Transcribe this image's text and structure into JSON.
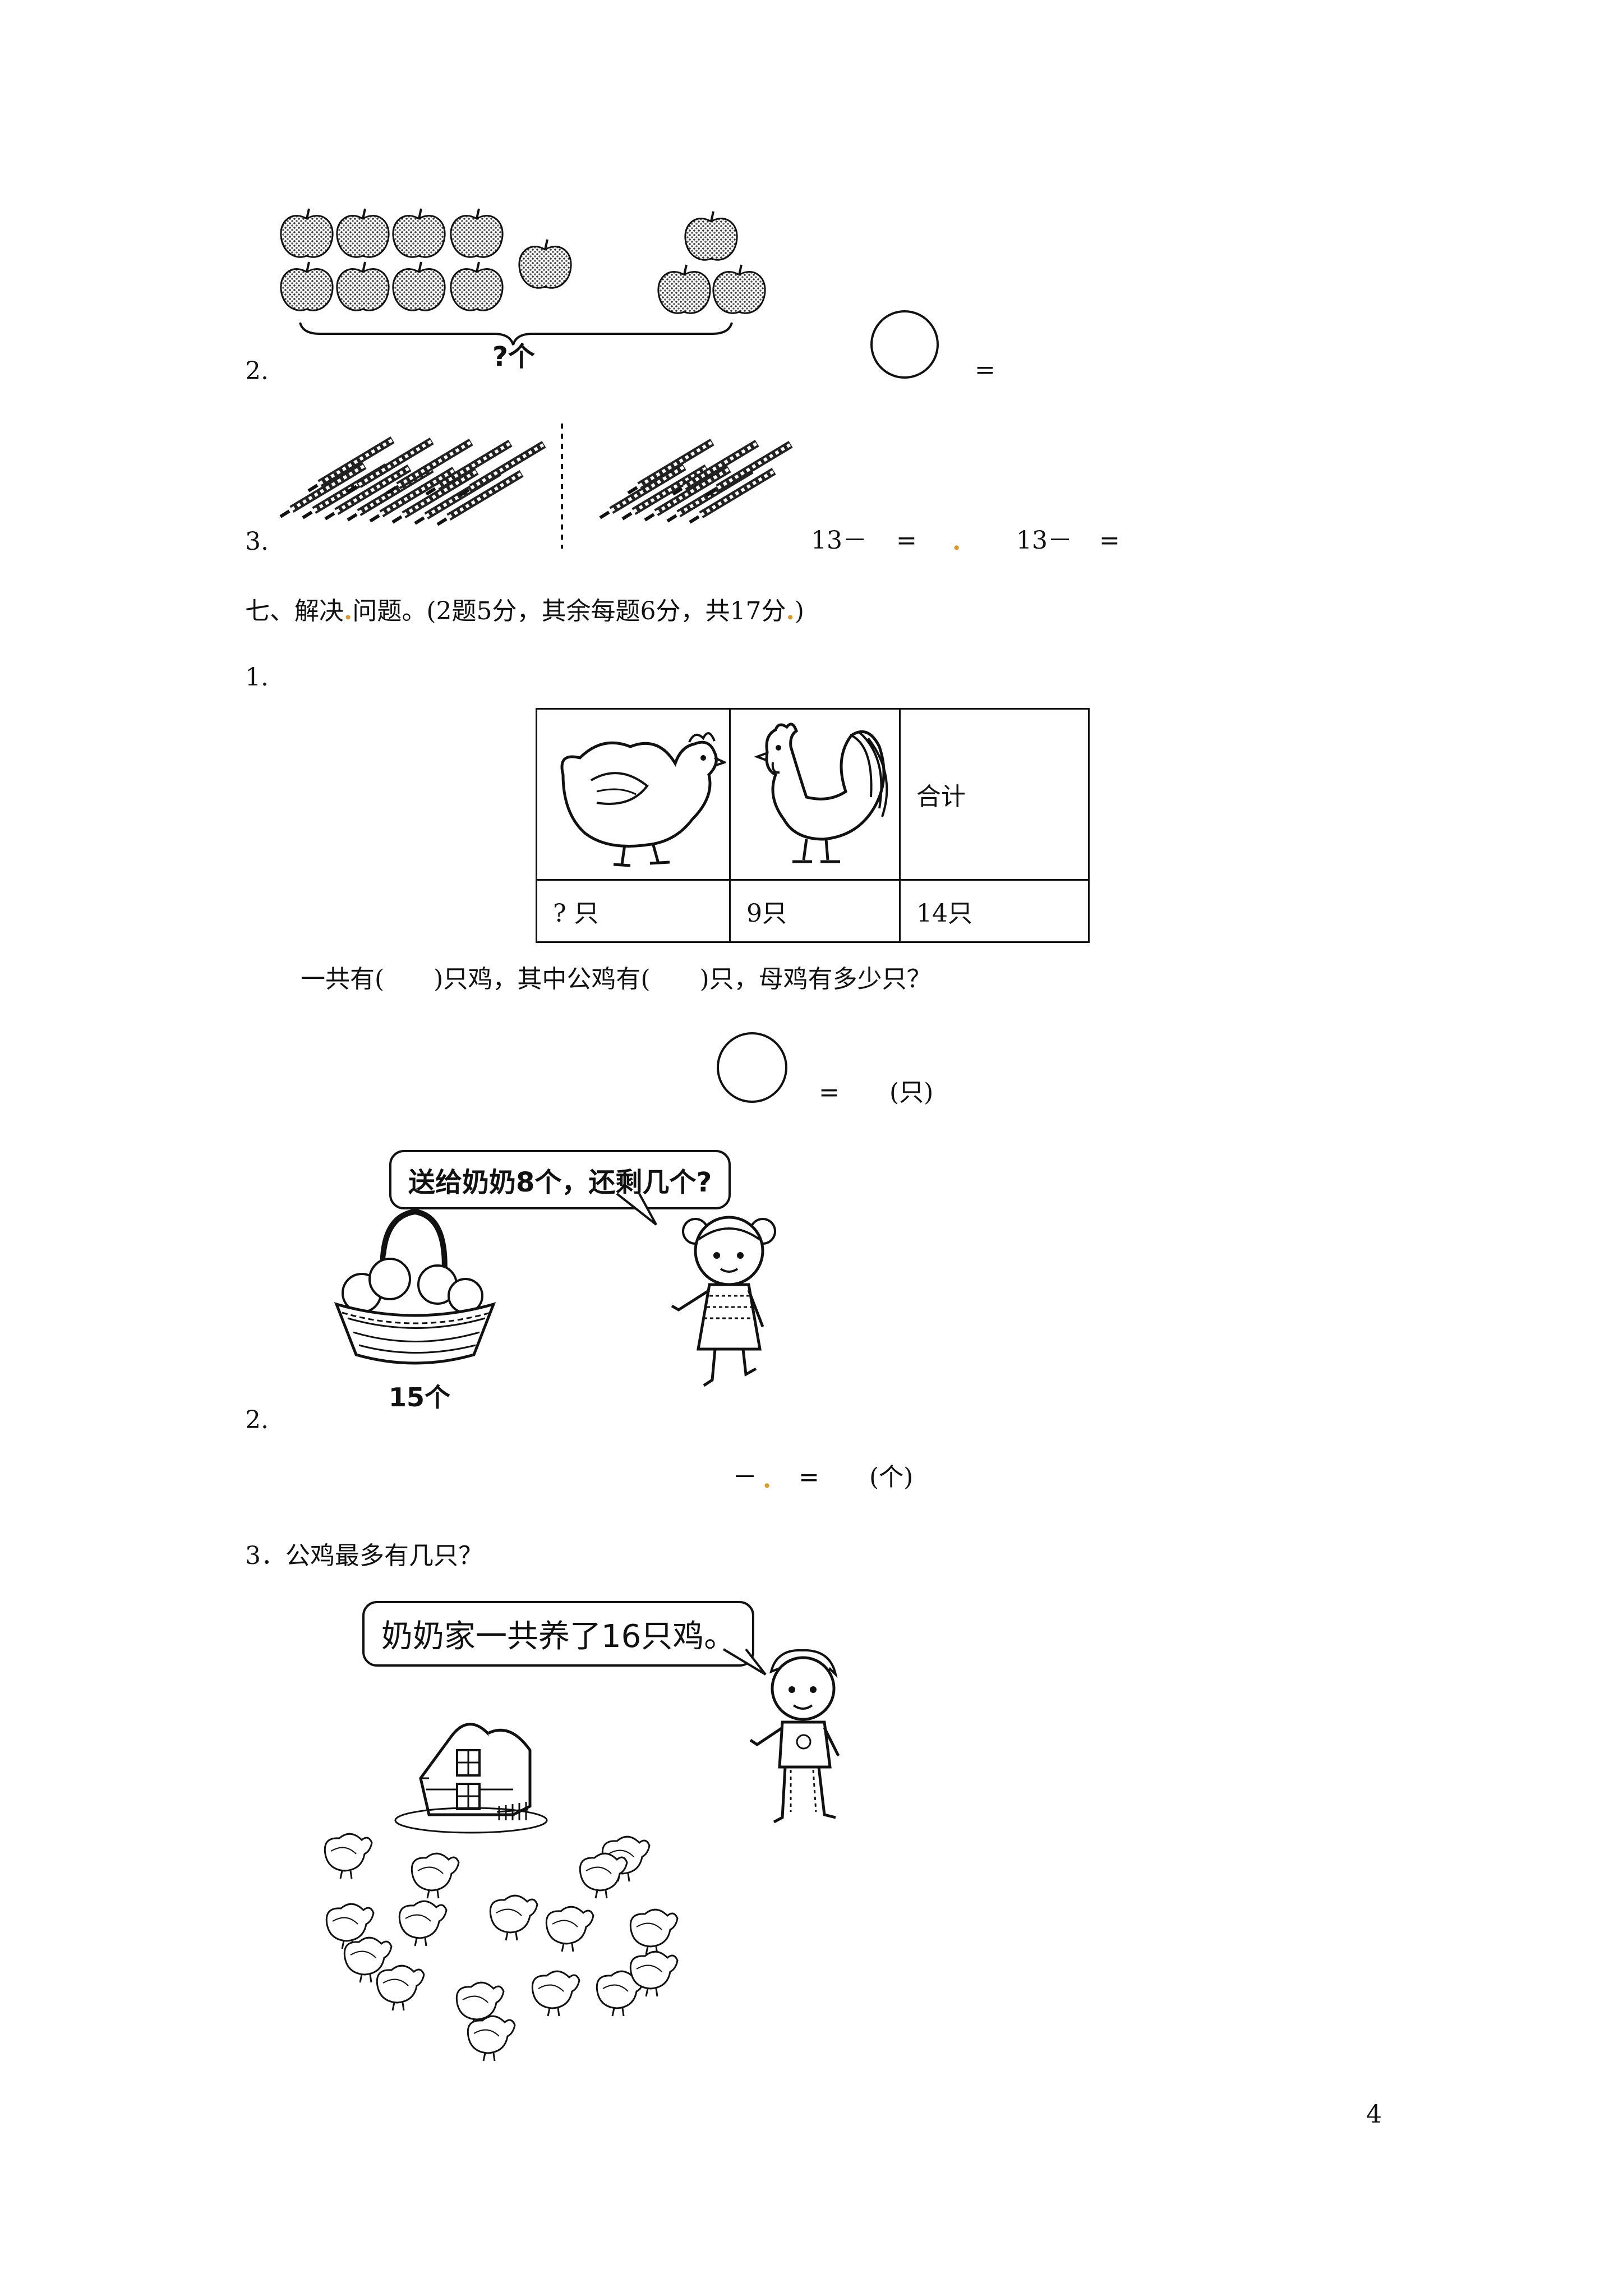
{
  "q6": {
    "item2": {
      "number": "2.",
      "brace_label": "?个",
      "equals": "="
    },
    "item3": {
      "number": "3.",
      "eq1": "13－",
      "eq1_equals": "=",
      "dot": ".",
      "eq2": "13－",
      "eq2_equals": "="
    }
  },
  "q7": {
    "heading_part1": "七、解决",
    "heading_dot1": ".",
    "heading_part2": "问题。(2题5分，其余每题6分，共17分",
    "heading_dot2": ".",
    "heading_part3": ")",
    "p1": {
      "number": "1.",
      "table_total_header": "合计",
      "table_values": [
        "?  只",
        "9只",
        "14只"
      ],
      "question": "一共有(　　)只鸡，其中公鸡有(　　)只，母鸡有多少只？",
      "equals": "=",
      "unit": "(只)"
    },
    "p2": {
      "number": "2.",
      "speech": "送给奶奶8个，还剩几个?",
      "basket_label": "15个",
      "minus": "－",
      "dot": ".",
      "equals": "=",
      "unit": "(个)"
    },
    "p3": {
      "number_question": "3．公鸡最多有几只？",
      "speech": "奶奶家一共养了16只鸡。"
    }
  },
  "page_number": "4"
}
